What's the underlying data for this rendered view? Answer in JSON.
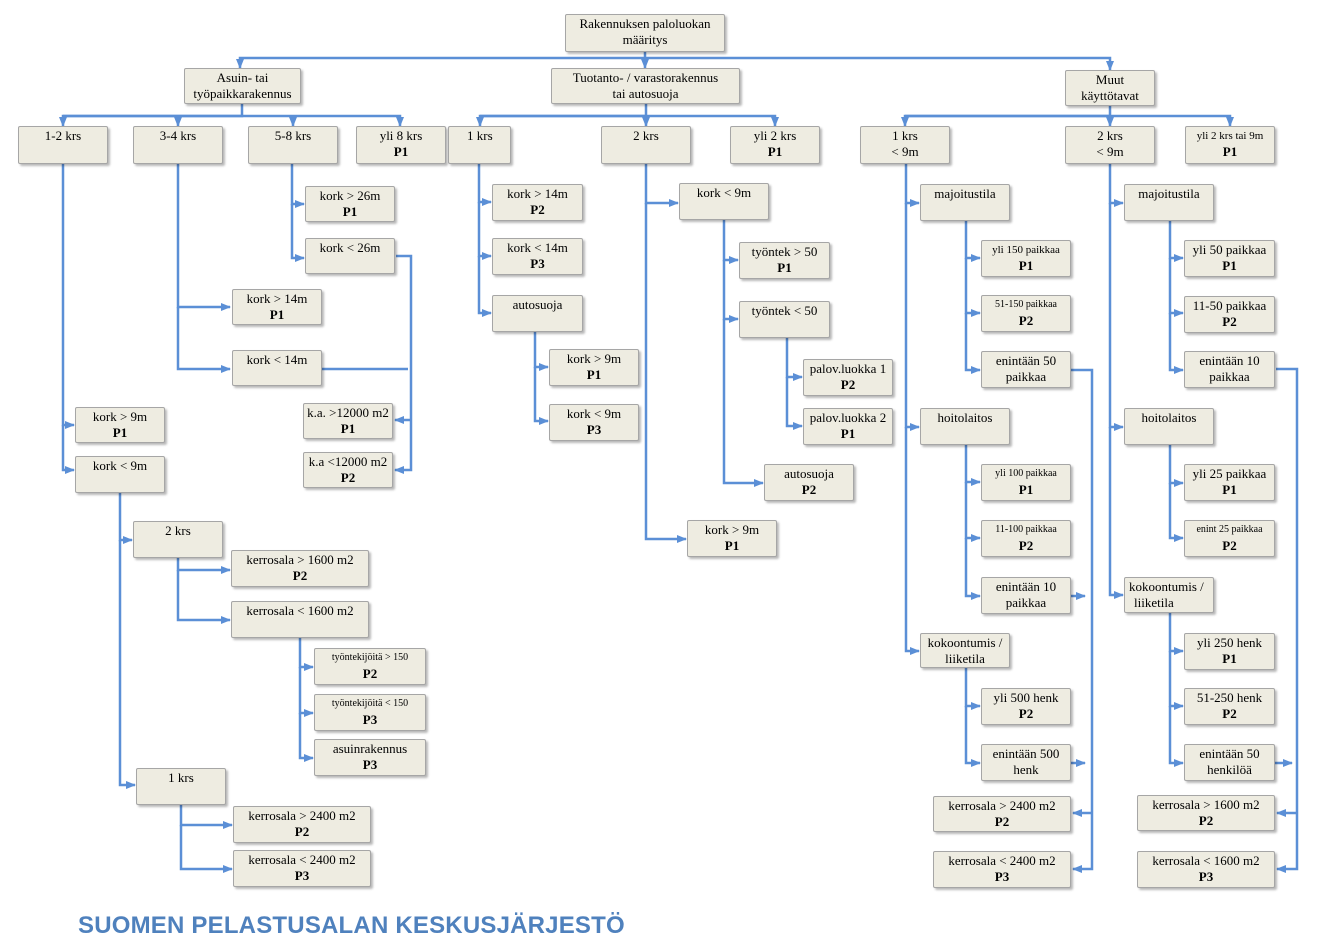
{
  "footer": "SUOMEN PELASTUSALAN KESKUSJÄRJESTÖ",
  "colors": {
    "line": "#5b8fd6",
    "box_fill": "#eeece1",
    "box_border": "#a6a6a6",
    "footer": "#4f81bd"
  },
  "nodes": {
    "root": {
      "l1": "Rakennuksen paloluokan",
      "l2": "määritys"
    },
    "asuin": {
      "l1": "Asuin- tai",
      "l2": "työpaikkarakennus"
    },
    "tuot": {
      "l1": "Tuotanto- / varastorakennus",
      "l2": "tai autosuoja"
    },
    "muut": {
      "l1": "Muut",
      "l2": "käyttötavat"
    },
    "a12": {
      "l1": "1-2 krs",
      "l2": ""
    },
    "a34": {
      "l1": "3-4 krs",
      "l2": ""
    },
    "a58": {
      "l1": "5-8 krs",
      "l2": ""
    },
    "a8": {
      "l1": "yli 8 krs",
      "l2": "P1"
    },
    "k26g": {
      "l1": "kork > 26m",
      "l2": "P1"
    },
    "k26l": {
      "l1": "kork < 26m",
      "l2": ""
    },
    "k14g": {
      "l1": "kork > 14m",
      "l2": "P1"
    },
    "k14l": {
      "l1": "kork < 14m",
      "l2": ""
    },
    "kag": {
      "l1": "k.a. >12000 m2",
      "l2": "P1"
    },
    "kal": {
      "l1": "k.a <12000 m2",
      "l2": "P2"
    },
    "k9g": {
      "l1": "kork > 9m",
      "l2": "P1"
    },
    "k9l": {
      "l1": "kork < 9m",
      "l2": ""
    },
    "a2krs": {
      "l1": "2 krs",
      "l2": ""
    },
    "ks16g": {
      "l1": "kerrosala > 1600 m2",
      "l2": "P2"
    },
    "ks16l": {
      "l1": "kerrosala < 1600 m2",
      "l2": ""
    },
    "tyo150g": {
      "l1": "työntekijöitä > 150",
      "l2": "P2"
    },
    "tyo150l": {
      "l1": "työntekijöitä < 150",
      "l2": "P3"
    },
    "asuinr": {
      "l1": "asuinrakennus",
      "l2": "P3"
    },
    "a1krs": {
      "l1": "1 krs",
      "l2": ""
    },
    "ks24g": {
      "l1": "kerrosala > 2400 m2",
      "l2": "P2"
    },
    "ks24l": {
      "l1": "kerrosala < 2400 m2",
      "l2": "P3"
    },
    "t1": {
      "l1": "1 krs",
      "l2": ""
    },
    "t2": {
      "l1": "2 krs",
      "l2": ""
    },
    "t3": {
      "l1": "yli 2 krs",
      "l2": "P1"
    },
    "tk14g": {
      "l1": "kork > 14m",
      "l2": "P2"
    },
    "tk14l": {
      "l1": "kork < 14m",
      "l2": "P3"
    },
    "tauto": {
      "l1": "autosuoja",
      "l2": ""
    },
    "tk9g": {
      "l1": "kork > 9m",
      "l2": "P1"
    },
    "tk9l": {
      "l1": "kork < 9m",
      "l2": "P3"
    },
    "t2k9l": {
      "l1": "kork < 9m",
      "l2": ""
    },
    "ty50g": {
      "l1": "työntek > 50",
      "l2": "P1"
    },
    "ty50l": {
      "l1": "työntek < 50",
      "l2": ""
    },
    "pl1": {
      "l1": "palov.luokka 1",
      "l2": "P2"
    },
    "pl2": {
      "l1": "palov.luokka 2",
      "l2": "P1"
    },
    "t2auto": {
      "l1": "autosuoja",
      "l2": "P2"
    },
    "t2k9g": {
      "l1": "kork > 9m",
      "l2": "P1"
    },
    "m1": {
      "l1": "1 krs",
      "l2": "< 9m"
    },
    "m2": {
      "l1": "2 krs",
      "l2": "< 9m"
    },
    "m3": {
      "l1": "yli 2 krs tai 9m",
      "l2": "P1"
    },
    "m1maj": {
      "l1": "majoitustila",
      "l2": ""
    },
    "m1m150": {
      "l1": "yli 150 paikkaa",
      "l2": "P1"
    },
    "m1m51": {
      "l1": "51-150 paikkaa",
      "l2": "P2"
    },
    "m1m50": {
      "l1": "enintään 50",
      "l2": "paikkaa"
    },
    "m1hoi": {
      "l1": "hoitolaitos",
      "l2": ""
    },
    "m1h100": {
      "l1": "yli 100 paikkaa",
      "l2": "P1"
    },
    "m1h11": {
      "l1": "11-100 paikkaa",
      "l2": "P2"
    },
    "m1h10": {
      "l1": "enintään 10",
      "l2": "paikkaa"
    },
    "m1kok": {
      "l1": "kokoontumis /",
      "l2": "liiketila"
    },
    "m1k500": {
      "l1": "yli 500 henk",
      "l2": "P2"
    },
    "m1k500l": {
      "l1": "enintään 500",
      "l2": "henk"
    },
    "m1ks24g": {
      "l1": "kerrosala > 2400 m2",
      "l2": "P2"
    },
    "m1ks24l": {
      "l1": "kerrosala < 2400 m2",
      "l2": "P3"
    },
    "m2maj": {
      "l1": "majoitustila",
      "l2": ""
    },
    "m2m50": {
      "l1": "yli 50 paikkaa",
      "l2": "P1"
    },
    "m2m11": {
      "l1": "11-50 paikkaa",
      "l2": "P2"
    },
    "m2m10": {
      "l1": "enintään 10",
      "l2": "paikkaa"
    },
    "m2hoi": {
      "l1": "hoitolaitos",
      "l2": ""
    },
    "m2h25": {
      "l1": "yli 25 paikkaa",
      "l2": "P1"
    },
    "m2h25l": {
      "l1": "enint 25 paikkaa",
      "l2": "P2"
    },
    "m2kok": {
      "l1": "kokoontumis /",
      "l2": "liiketila"
    },
    "m2k250": {
      "l1": "yli 250 henk",
      "l2": "P1"
    },
    "m2k51": {
      "l1": "51-250 henk",
      "l2": "P2"
    },
    "m2k50": {
      "l1": "enintään 50",
      "l2": "henkilöä"
    },
    "m2ks16g": {
      "l1": "kerrosala > 1600 m2",
      "l2": "P2"
    },
    "m2ks16l": {
      "l1": "kerrosala < 1600 m2",
      "l2": "P3"
    }
  }
}
